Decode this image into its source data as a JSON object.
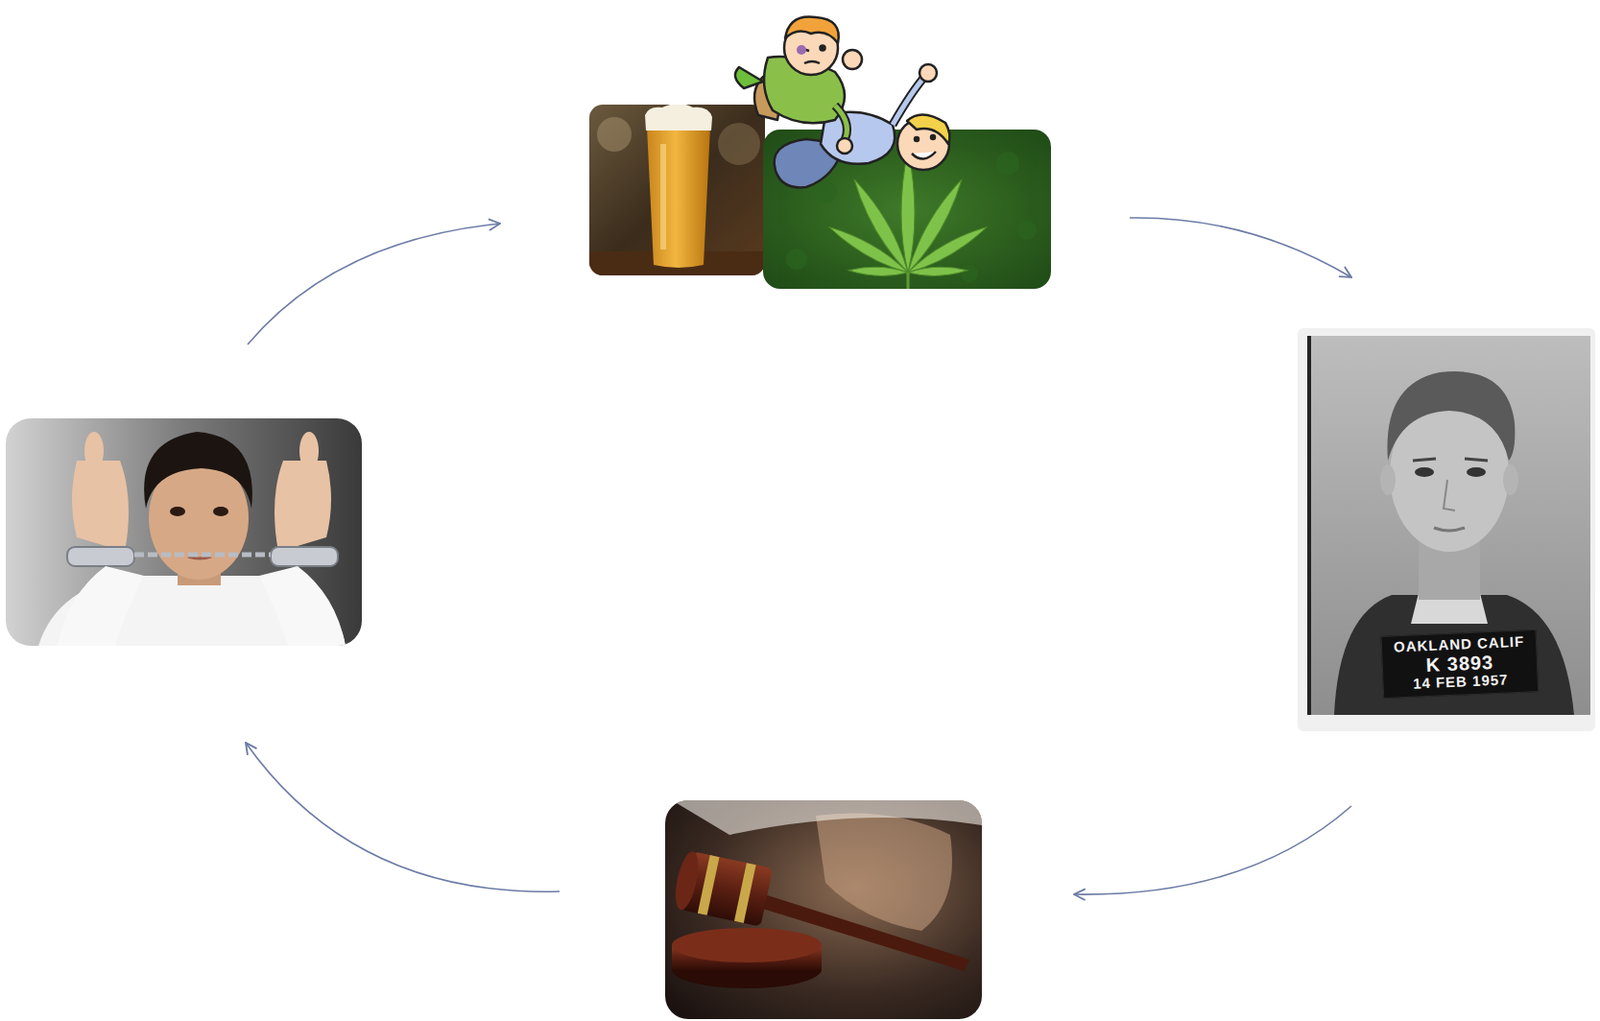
{
  "diagram": {
    "labels": [
      "OAKLAND CALIF",
      "K 3893",
      "14 FEB 1957"
    ]
  }
}
